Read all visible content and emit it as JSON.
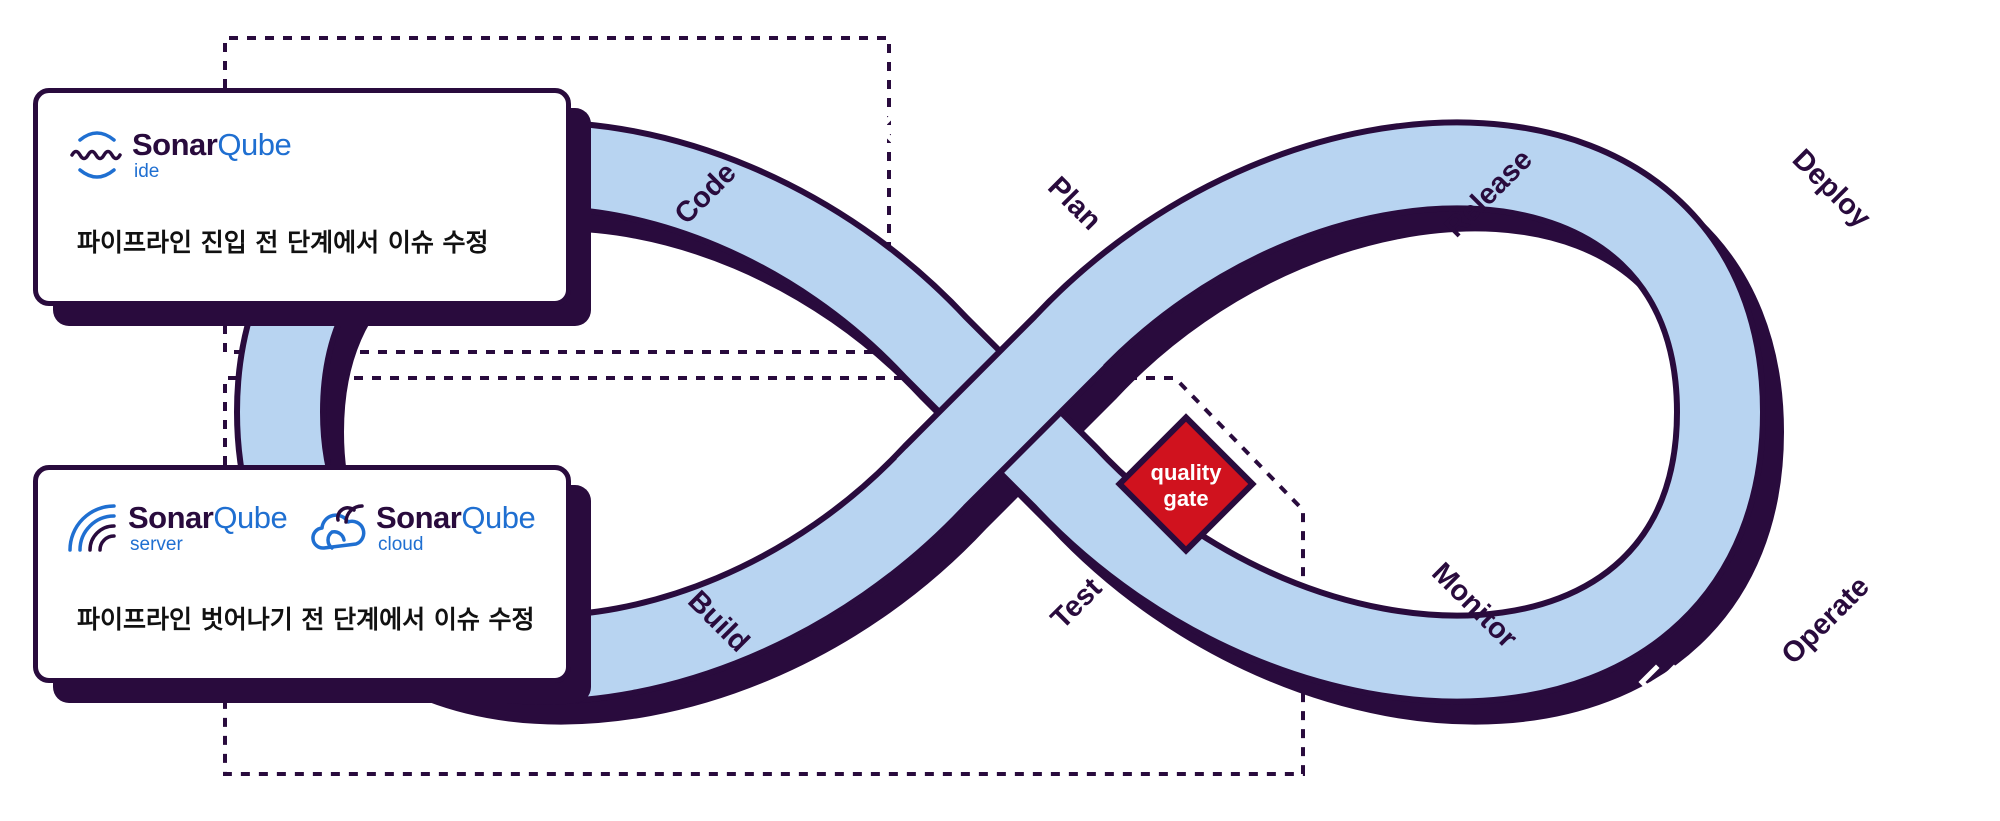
{
  "cards": {
    "ide": {
      "product": {
        "sonar": "Sonar",
        "qube": "Qube",
        "sub": "ide"
      },
      "caption": "파이프라인 진입 전 단계에서 이슈 수정"
    },
    "server_cloud": {
      "products": [
        {
          "sonar": "Sonar",
          "qube": "Qube",
          "sub": "server"
        },
        {
          "sonar": "Sonar",
          "qube": "Qube",
          "sub": "cloud"
        }
      ],
      "caption": "파이프라인 벗어나기 전 단계에서 이슈 수정"
    }
  },
  "loop": {
    "stages": [
      "Code",
      "Plan",
      "Release",
      "Deploy",
      "Operate",
      "Monitor",
      "Test",
      "Build"
    ],
    "quality_gate": {
      "line1": "quality",
      "line2": "gate"
    }
  },
  "colors": {
    "dark": "#290b3d",
    "band": "#b8d4f1",
    "accent_blue": "#1f6fd1",
    "gate_red": "#d0121e"
  }
}
